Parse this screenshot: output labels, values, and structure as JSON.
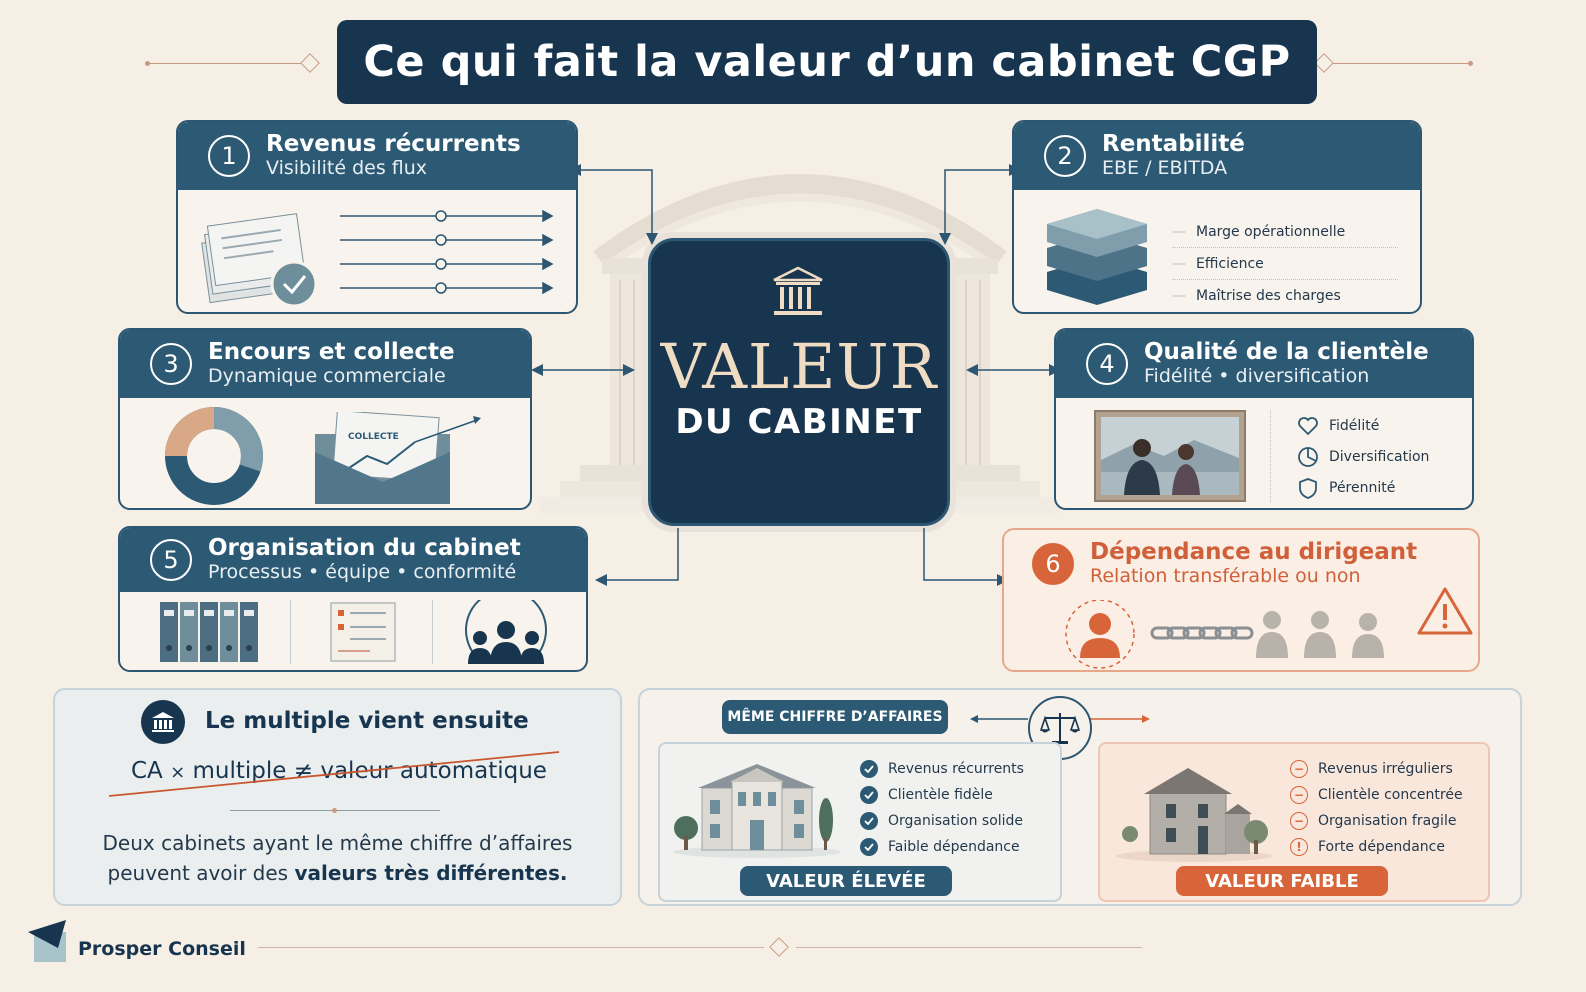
{
  "title": "Ce qui fait la valeur d’un cabinet CGP",
  "center": {
    "line1": "VALEUR",
    "line2": "DU CABINET"
  },
  "cards": [
    {
      "number": "1",
      "title": "Revenus récurrents",
      "subtitle": "Visibilité des flux"
    },
    {
      "number": "2",
      "title": "Rentabilité",
      "subtitle": "EBE / EBITDA",
      "items": [
        "Marge opérationnelle",
        "Efficience",
        "Maîtrise des charges"
      ]
    },
    {
      "number": "3",
      "title": "Encours et collecte",
      "subtitle": "Dynamique commerciale",
      "envelope_label": "COLLECTE"
    },
    {
      "number": "4",
      "title": "Qualité de la clientèle",
      "subtitle": "Fidélité • diversification",
      "items": [
        "Fidélité",
        "Diversification",
        "Pérennité"
      ]
    },
    {
      "number": "5",
      "title": "Organisation du cabinet",
      "subtitle": "Processus • équipe • conformité"
    },
    {
      "number": "6",
      "title": "Dépendance au dirigeant",
      "subtitle": "Relation transférable ou non"
    }
  ],
  "multiple": {
    "title": "Le multiple vient ensuite",
    "formula_ca": "CA",
    "formula_times": "×",
    "formula_multiple": "multiple",
    "formula_neq": "≠",
    "formula_value": "valeur automatique",
    "text_line1": "Deux cabinets ayant le même chiffre d’affaires",
    "text_line2_start": "peuvent avoir des ",
    "text_line2_bold": "valeurs très différentes."
  },
  "comparison": {
    "header": "MÊME CHIFFRE D’AFFAIRES",
    "high": {
      "items": [
        "Revenus récurrents",
        "Clientèle fidèle",
        "Organisation solide",
        "Faible dépendance"
      ],
      "label": "VALEUR ÉLEVÉE"
    },
    "low": {
      "items": [
        "Revenus irréguliers",
        "Clientèle concentrée",
        "Organisation fragile",
        "Forte dépendance"
      ],
      "label": "VALEUR FAIBLE"
    }
  },
  "brand": "Prosper Conseil",
  "colors": {
    "navy": "#17354f",
    "teal": "#2c5a74",
    "orange": "#d8653a",
    "cream": "#f6efe6"
  }
}
